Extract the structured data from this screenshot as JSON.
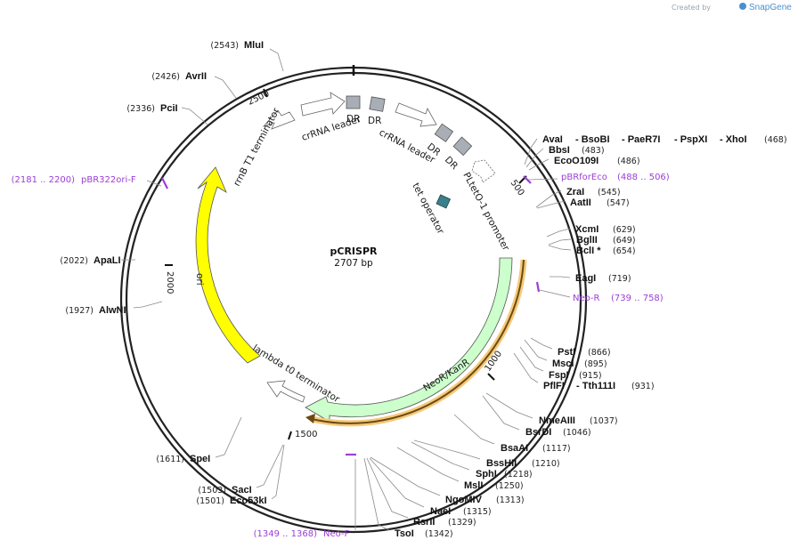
{
  "header": {
    "credit": "Created by",
    "brand": "SnapGene"
  },
  "plasmid": {
    "name": "pCRISPR",
    "size": "2707 bp"
  },
  "ticks": {
    "t500": "500",
    "t1000": "1000",
    "t1500": "1500",
    "t2000": "2000",
    "t2500": "2500"
  },
  "features": {
    "rrnb": "rrnB T1 terminator",
    "crrna1": "crRNA leader",
    "dr1": "DR",
    "dr2": "DR",
    "crrna2": "crRNA leader",
    "dr3": "DR",
    "dr4": "DR",
    "pltet": "PLtetO-1 promoter",
    "tetop": "tet operator",
    "ori": "ori",
    "lambda": "lambda t0 terminator",
    "neo": "NeoR/KanR"
  },
  "primers": {
    "pbr322_pos": "(2181 .. 2200)",
    "pbr322_name": "pBR322ori-F",
    "pbrfor_name": "pBRforEco",
    "pbrfor_pos": "(488 .. 506)",
    "neor_name": "Neo-R",
    "neor_pos": "(739 .. 758)",
    "neof_pos": "(1349 .. 1368)",
    "neof_name": "Neo-F"
  },
  "sites": {
    "mlui": {
      "pos": "(2543)",
      "name": "MluI"
    },
    "avrii": {
      "pos": "(2426)",
      "name": "AvrII"
    },
    "pcii": {
      "pos": "(2336)",
      "name": "PciI"
    },
    "apali": {
      "pos": "(2022)",
      "name": "ApaLI"
    },
    "alwni": {
      "pos": "(1927)",
      "name": "AlwNI"
    },
    "spei": {
      "pos": "(1611)",
      "name": "SpeI"
    },
    "saci": {
      "pos": "(1503)",
      "name": "SacI"
    },
    "eco53ki": {
      "pos": "(1501)",
      "name": "Eco53kI"
    },
    "tsoi": {
      "pos": "(1342)",
      "name": "TsoI"
    },
    "rsrii": {
      "pos": "(1329)",
      "name": "RsrII"
    },
    "naei": {
      "pos": "(1315)",
      "name": "NaeI"
    },
    "ngomiv": {
      "pos": "(1313)",
      "name": "NgoMIV"
    },
    "msli": {
      "pos": "(1250)",
      "name": "MslI"
    },
    "sphi": {
      "pos": "(1218)",
      "name": "SphI"
    },
    "besshii": {
      "pos": "(1210)",
      "name": "BssHII"
    },
    "bsaai": {
      "pos": "(1117)",
      "name": "BsaAI"
    },
    "bsrdi": {
      "pos": "(1046)",
      "name": "BsrDI"
    },
    "nmeaiii": {
      "pos": "(1037)",
      "name": "NmeAIII"
    },
    "pflfi": {
      "name": "PflFI"
    },
    "tth111i": {
      "name": "- Tth111I",
      "pos": "(931)"
    },
    "fspi": {
      "pos": "(915)",
      "name": "FspI"
    },
    "msci": {
      "pos": "(895)",
      "name": "MscI"
    },
    "psti": {
      "pos": "(866)",
      "name": "PstI"
    },
    "eagi": {
      "pos": "(719)",
      "name": "EagI"
    },
    "bcli": {
      "pos": "(654)",
      "name": "BclI *"
    },
    "bglii": {
      "pos": "(649)",
      "name": "BglII"
    },
    "xcmi": {
      "pos": "(629)",
      "name": "XcmI"
    },
    "aatii": {
      "pos": "(547)",
      "name": "AatII"
    },
    "zrai": {
      "pos": "(545)",
      "name": "ZraI"
    },
    "eco0109i": {
      "pos": "(486)",
      "name": "EcoO109I"
    },
    "bbsi": {
      "pos": "(483)",
      "name": "BbsI"
    },
    "avai": {
      "name": "AvaI"
    },
    "bsobi": {
      "name": "- BsoBI"
    },
    "paer7i": {
      "name": "- PaeR7I"
    },
    "pspxi": {
      "name": "- PspXI"
    },
    "xhoi": {
      "name": "- XhoI",
      "pos": "(468)"
    }
  },
  "colors": {
    "backbone": "#222222",
    "ori": "#ffff00",
    "neo": "#ccffcc",
    "primer": "#9a3fd6",
    "orf": "#f5c97a",
    "tetop": "#3a7f8c",
    "dr": "#a9aeb6"
  }
}
